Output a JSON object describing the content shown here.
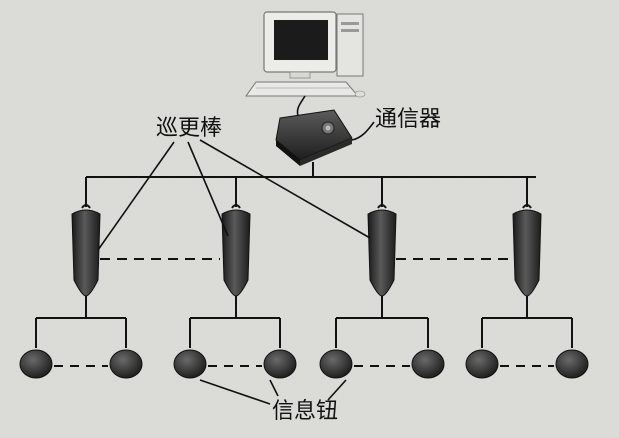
{
  "labels": {
    "patrol_stick": "巡更棒",
    "communicator": "通信器",
    "info_button": "信息钮"
  },
  "colors": {
    "background": "#dcdcd8",
    "line": "#111111",
    "device_dark": "#2a2a2a",
    "device_mid": "#555555",
    "monitor_screen": "#1b1b1b",
    "monitor_body": "#e6e6e2"
  },
  "nodes": {
    "patrol_sticks": 4,
    "buttons_per_stick": 2
  }
}
